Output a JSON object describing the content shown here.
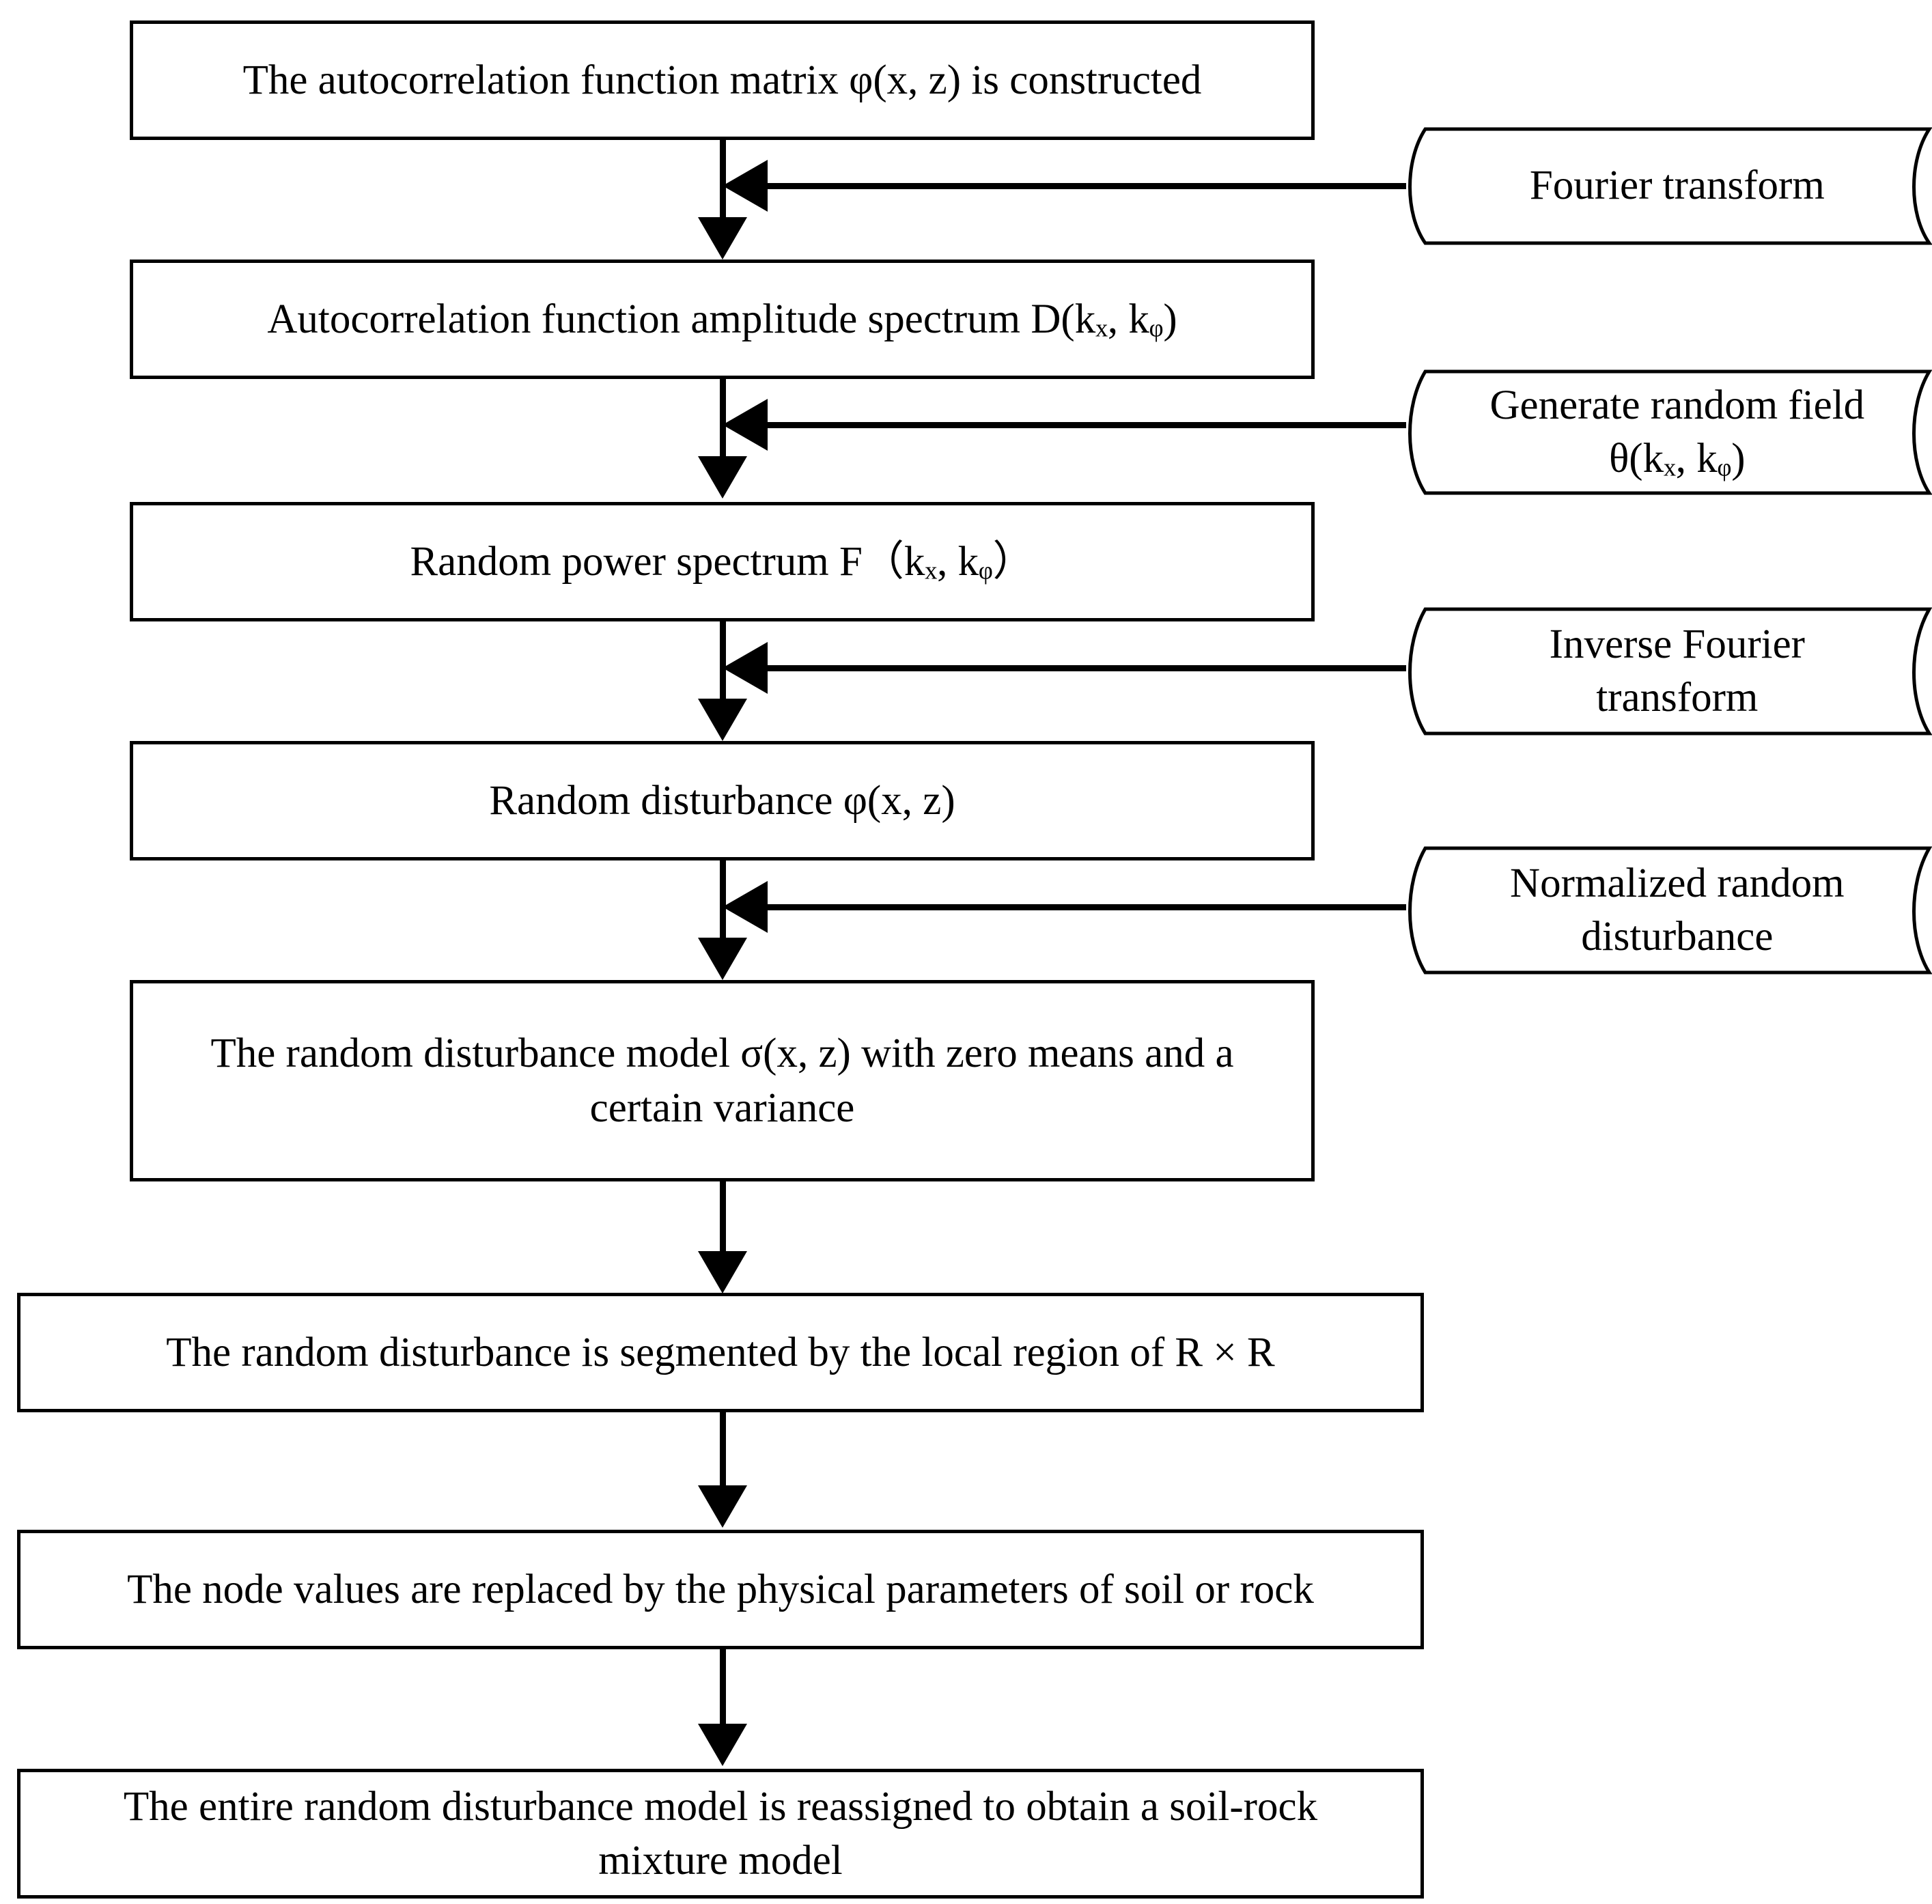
{
  "diagram": {
    "title": "Random disturbance soil-rock mixture modelling flowchart",
    "orientation": "top-to-bottom",
    "line_color": "#000000",
    "background_color": "#ffffff",
    "steps": [
      {
        "id": "step-1",
        "shape": "process",
        "lines": [
          "The autocorrelation function matrix φ(x, z) is constructed"
        ]
      },
      {
        "id": "step-2",
        "shape": "process",
        "lines": [
          "Autocorrelation function amplitude spectrum D(kₓ, kᵩ)"
        ]
      },
      {
        "id": "step-3",
        "shape": "process",
        "lines": [
          "Random power spectrum F（kₓ, kᵩ）"
        ]
      },
      {
        "id": "step-4",
        "shape": "process",
        "lines": [
          "Random disturbance φ(x, z)"
        ]
      },
      {
        "id": "step-5",
        "shape": "process",
        "lines": [
          "The random disturbance model σ(x, z) with zero means and a",
          "certain variance"
        ]
      },
      {
        "id": "step-6",
        "shape": "process",
        "lines": [
          "The random disturbance is segmented by the local region of R × R"
        ]
      },
      {
        "id": "step-7",
        "shape": "process",
        "lines": [
          "The node values are replaced by the physical parameters of soil or rock"
        ]
      },
      {
        "id": "step-8",
        "shape": "process",
        "lines": [
          "The entire random disturbance model is reassigned to obtain a soil-rock",
          "mixture model"
        ]
      }
    ],
    "annotations": [
      {
        "id": "note-1",
        "shape": "tape",
        "target": "step-2",
        "lines": [
          "Fourier transform"
        ]
      },
      {
        "id": "note-2",
        "shape": "tape",
        "target": "step-3",
        "lines": [
          "Generate random field",
          "θ(kₓ, kᵩ)"
        ]
      },
      {
        "id": "note-3",
        "shape": "tape",
        "target": "step-4",
        "lines": [
          "Inverse Fourier",
          "transform"
        ]
      },
      {
        "id": "note-4",
        "shape": "tape",
        "target": "step-5",
        "lines": [
          "Normalized random",
          "disturbance"
        ]
      }
    ],
    "connectors": [
      {
        "id": "arrow-1-2",
        "from": "step-1",
        "to": "step-2",
        "direction": "down"
      },
      {
        "id": "arrow-2-3",
        "from": "step-2",
        "to": "step-3",
        "direction": "down"
      },
      {
        "id": "arrow-3-4",
        "from": "step-3",
        "to": "step-4",
        "direction": "down"
      },
      {
        "id": "arrow-4-5",
        "from": "step-4",
        "to": "step-5",
        "direction": "down"
      },
      {
        "id": "arrow-5-6",
        "from": "step-5",
        "to": "step-6",
        "direction": "down"
      },
      {
        "id": "arrow-6-7",
        "from": "step-6",
        "to": "step-7",
        "direction": "down"
      },
      {
        "id": "arrow-7-8",
        "from": "step-7",
        "to": "step-8",
        "direction": "down"
      },
      {
        "id": "arrow-note-1",
        "from": "note-1",
        "to": "arrow-1-2",
        "direction": "left"
      },
      {
        "id": "arrow-note-2",
        "from": "note-2",
        "to": "arrow-2-3",
        "direction": "left"
      },
      {
        "id": "arrow-note-3",
        "from": "note-3",
        "to": "arrow-3-4",
        "direction": "left"
      },
      {
        "id": "arrow-note-4",
        "from": "note-4",
        "to": "arrow-4-5",
        "direction": "left"
      }
    ]
  }
}
